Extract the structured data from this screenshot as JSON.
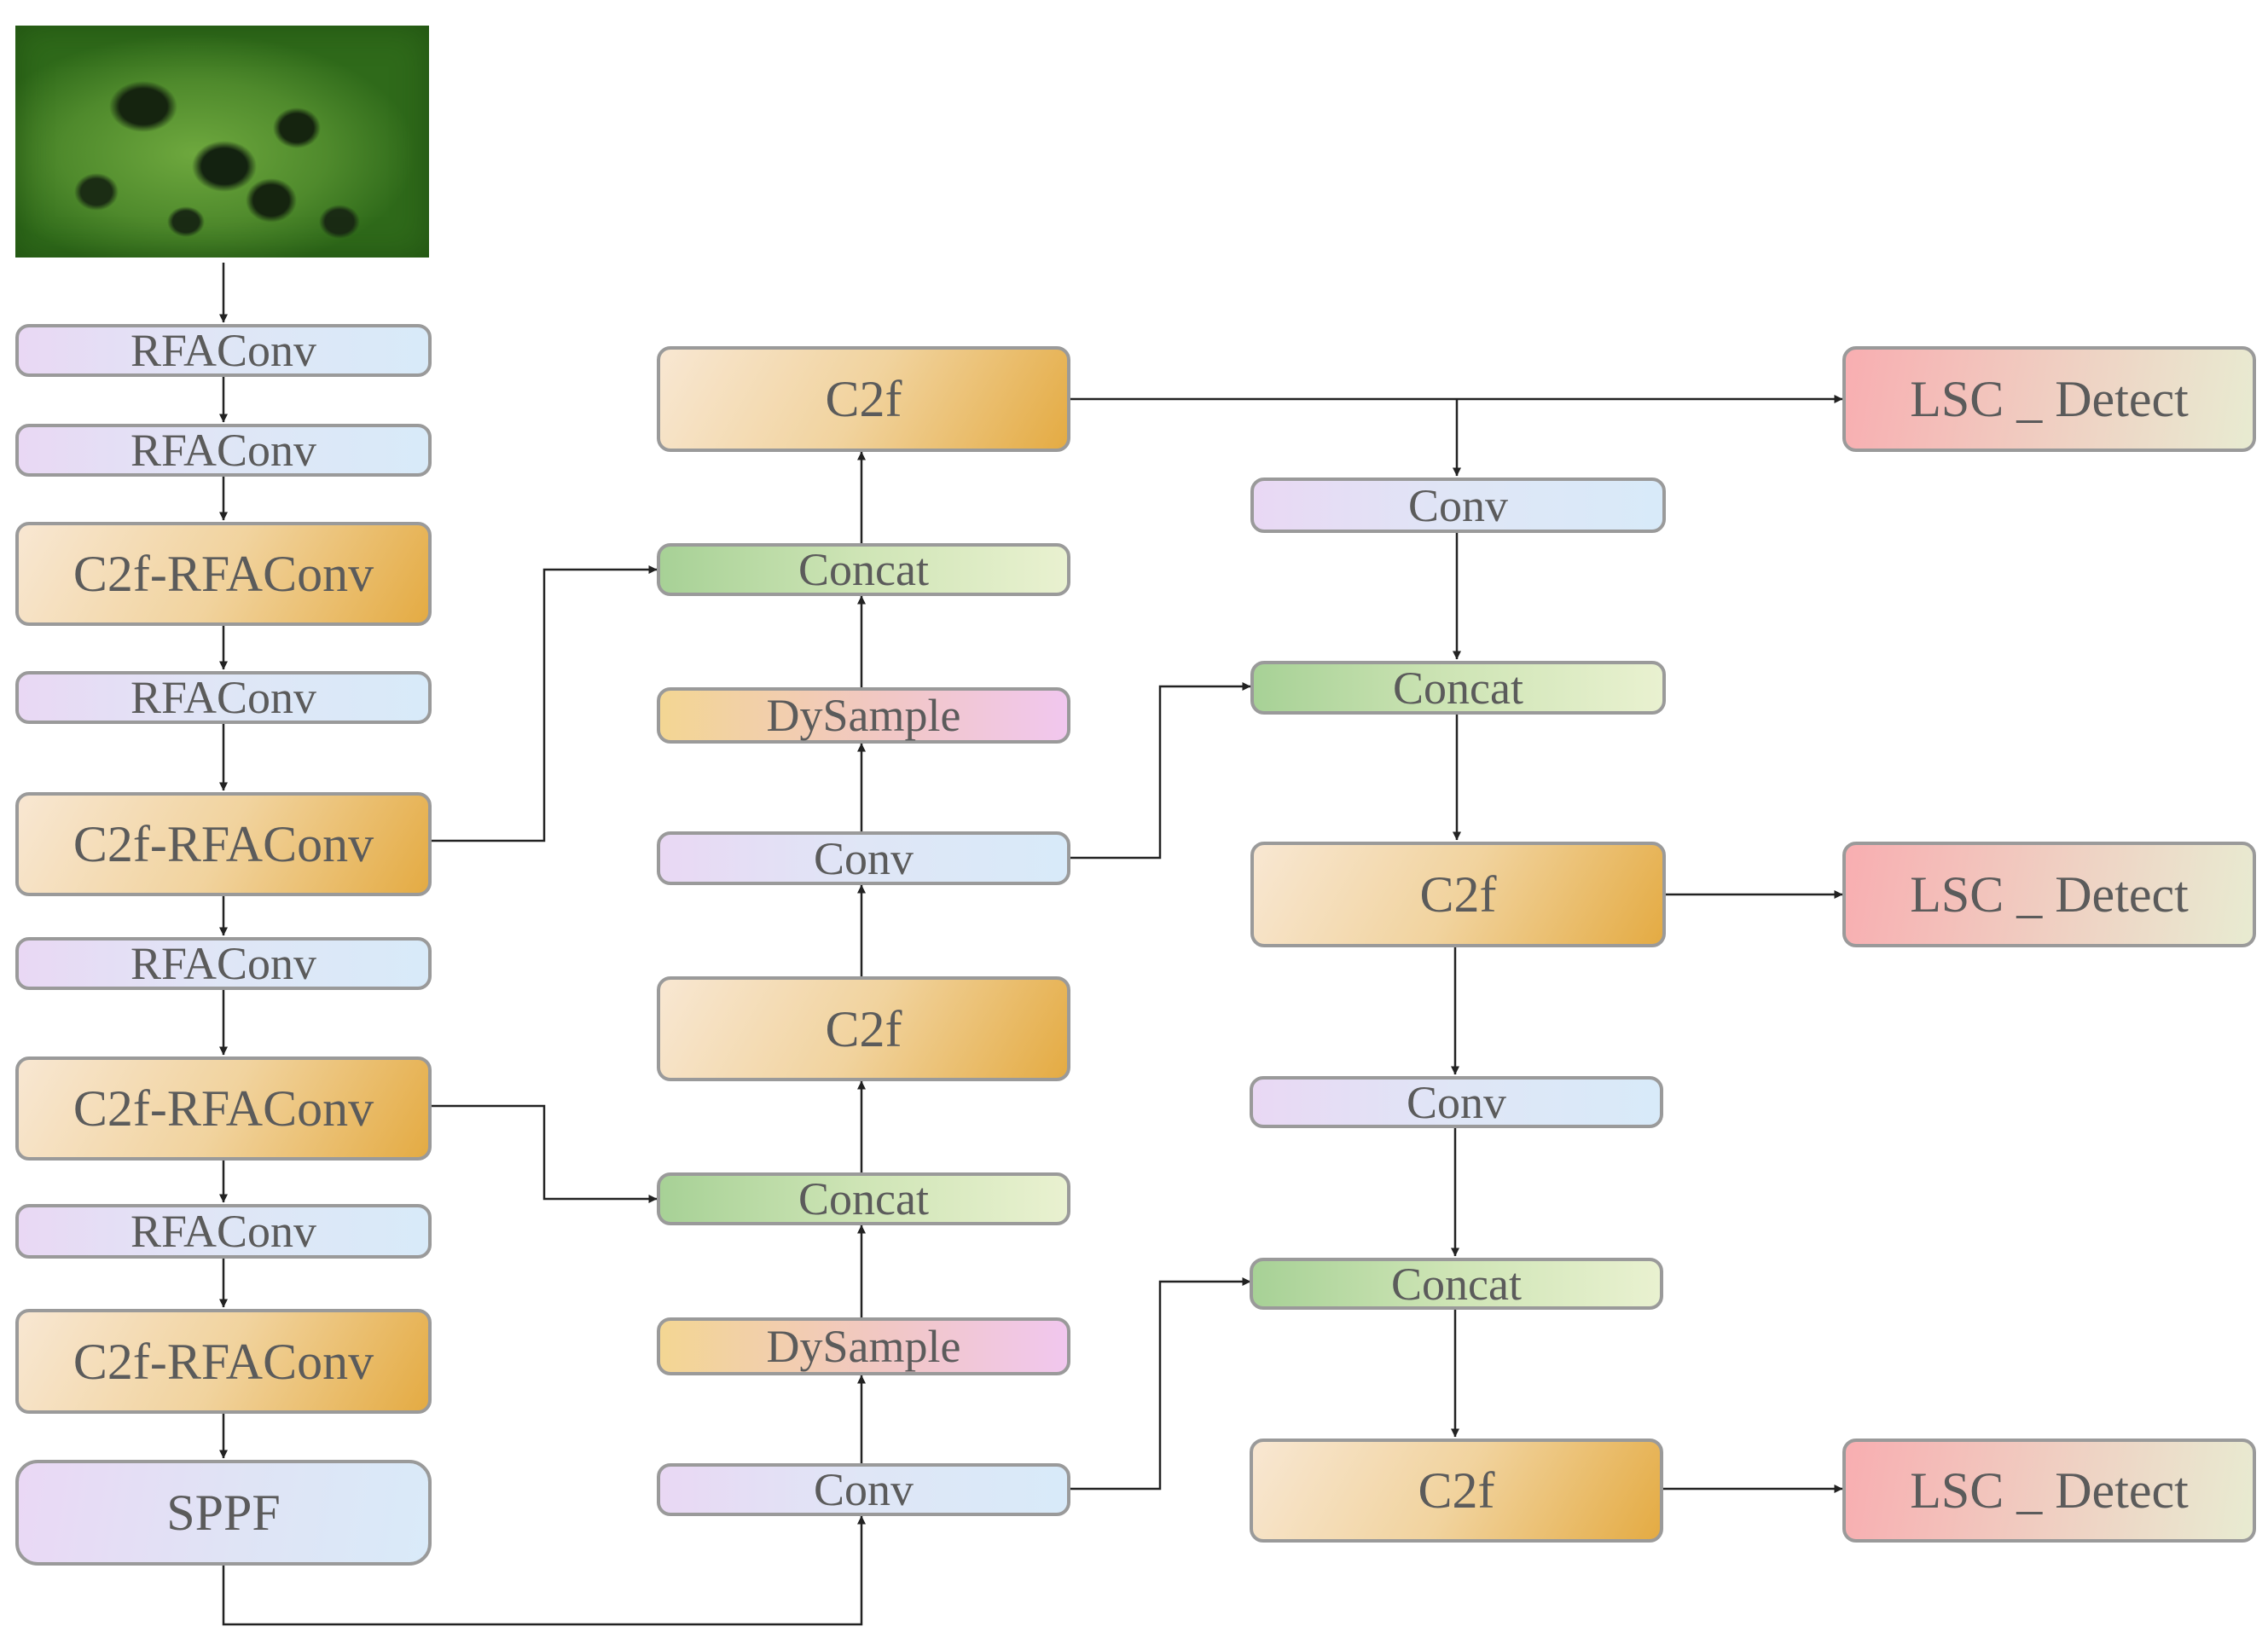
{
  "nodes": {
    "backbone_rfaconv_1": "RFAConv",
    "backbone_rfaconv_2": "RFAConv",
    "backbone_c2f_rfaconv_1": "C2f-RFAConv",
    "backbone_rfaconv_3": "RFAConv",
    "backbone_c2f_rfaconv_2": "C2f-RFAConv",
    "backbone_rfaconv_4": "RFAConv",
    "backbone_c2f_rfaconv_3": "C2f-RFAConv",
    "backbone_rfaconv_5": "RFAConv",
    "backbone_c2f_rfaconv_4": "C2f-RFAConv",
    "backbone_sppf": "SPPF",
    "neck_c2f_top": "C2f",
    "neck_concat_top": "Concat",
    "neck_dysample_top": "DySample",
    "neck_conv_mid": "Conv",
    "neck_c2f_mid": "C2f",
    "neck_concat_mid": "Concat",
    "neck_dysample_bottom": "DySample",
    "neck_conv_bottom": "Conv",
    "head_conv_1": "Conv",
    "head_concat_1": "Concat",
    "head_c2f_1": "C2f",
    "head_conv_2": "Conv",
    "head_concat_2": "Concat",
    "head_c2f_2": "C2f",
    "detect_1": "LSC _ Detect",
    "detect_2": "LSC _ Detect",
    "detect_3": "LSC _ Detect"
  },
  "colors": {
    "conv": "#dfe6f6",
    "c2f": "#f1d39e",
    "concat": "#cfe5b6",
    "dysample": "#f1c7c4",
    "detect": "#f8aeb1",
    "border": "#9a9a9a",
    "wire": "#222222",
    "text": "#5b5b5b"
  }
}
